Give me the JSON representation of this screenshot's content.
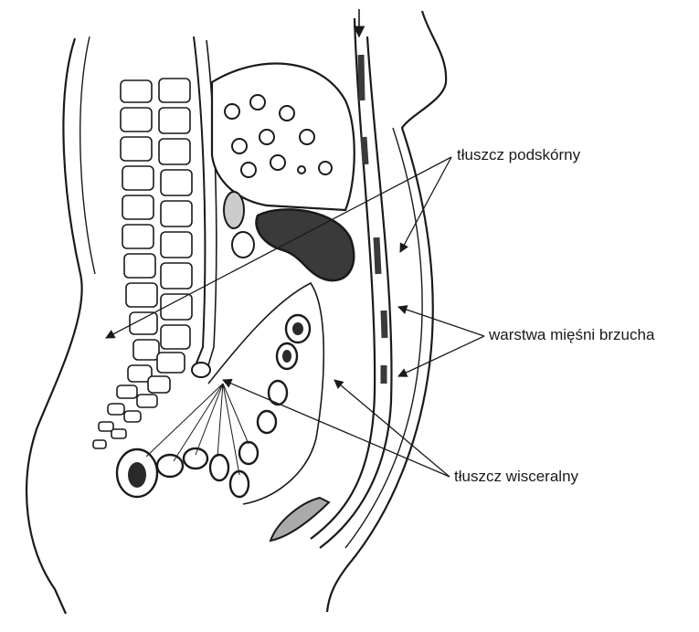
{
  "labels": {
    "subcutaneous_fat": "tłuszcz podskórny",
    "abdominal_muscle_layer": "warstwa mięśni brzucha",
    "visceral_fat": "tłuszcz wisceralny"
  },
  "colors": {
    "ink": "#1a1a1a",
    "muscle_shade": "#3a3a3a",
    "background": "#ffffff"
  }
}
